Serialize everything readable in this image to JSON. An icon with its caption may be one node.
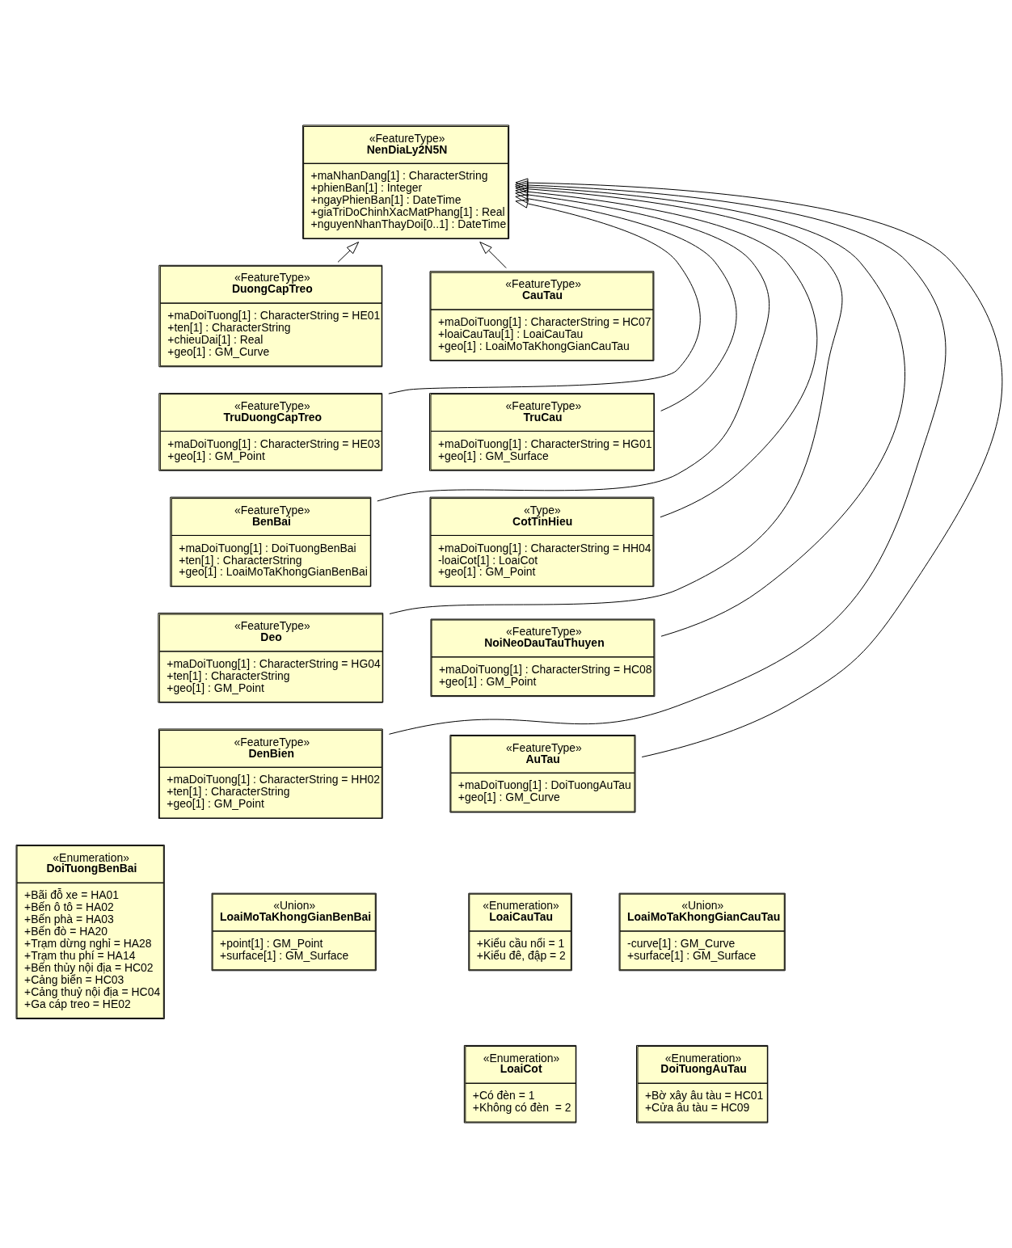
{
  "diagram": {
    "nodes": [
      {
        "text": [
          "«FeatureType»",
          "NenDiaLy2N5N",
          "+maNhanDang[1] : CharacterString",
          "+phienBan[1] : Integer",
          "+ngayPhienBan[1] : DateTime",
          "+giaTriDoChinhXacMatPhang[1] : Real",
          "+nguyenNhanThayDoi[0..1] : DateTime"
        ]
      },
      {
        "text": [
          "«FeatureType»",
          "DuongCapTreo",
          "+maDoiTuong[1] : CharacterString = HE01",
          "+ten[1] : CharacterString",
          "+chieuDai[1] : Real",
          "+geo[1] : GM_Curve"
        ]
      },
      {
        "text": [
          "«FeatureType»",
          "CauTau",
          "+maDoiTuong[1] : CharacterString = HC07",
          "+loaiCauTau[1] : LoaiCauTau",
          "+geo[1] : LoaiMoTaKhongGianCauTau"
        ]
      },
      {
        "text": [
          "«FeatureType»",
          "TruDuongCapTreo",
          "+maDoiTuong[1] : CharacterString = HE03",
          "+geo[1] : GM_Point"
        ]
      },
      {
        "text": [
          "«FeatureType»",
          "TruCau",
          "+maDoiTuong[1] : CharacterString = HG01",
          "+geo[1] : GM_Surface"
        ]
      },
      {
        "text": [
          "«FeatureType»",
          "BenBai",
          "+maDoiTuong[1] : DoiTuongBenBai",
          "+ten[1] : CharacterString",
          "+geo[1] : LoaiMoTaKhongGianBenBai"
        ]
      },
      {
        "text": [
          "«Type»",
          "CotTinHieu",
          "+maDoiTuong[1] : CharacterString = HH04",
          "-loaiCot[1] : LoaiCot",
          "+geo[1] : GM_Point"
        ]
      },
      {
        "text": [
          "«FeatureType»",
          "Deo",
          "+maDoiTuong[1] : CharacterString = HG04",
          "+ten[1] : CharacterString",
          "+geo[1] : GM_Point"
        ]
      },
      {
        "text": [
          "«FeatureType»",
          "NoiNeoDauTauThuyen",
          "+maDoiTuong[1] : CharacterString = HC08",
          "+geo[1] : GM_Point"
        ]
      },
      {
        "text": [
          "«FeatureType»",
          "DenBien",
          "+maDoiTuong[1] : CharacterString = HH02",
          "+ten[1] : CharacterString",
          "+geo[1] : GM_Point"
        ]
      },
      {
        "text": [
          "«FeatureType»",
          "AuTau",
          "+maDoiTuong[1] : DoiTuongAuTau",
          "+geo[1] : GM_Curve"
        ]
      },
      {
        "text": [
          "«Enumeration»",
          "DoiTuongBenBai",
          "+Bãi đỗ xe = HA01",
          "+Bến ô tô = HA02",
          "+Bến phà = HA03",
          "+Bến đò = HA20",
          "+Trạm dừng nghỉ = HA28",
          "+Trạm thu phí = HA14",
          "+Bến thủy nội địa = HC02",
          "+Cảng biển = HC03",
          "+Cảng thuỷ nội địa = HC04",
          "+Ga cáp treo = HE02"
        ]
      },
      {
        "text": [
          "«Union»",
          "LoaiMoTaKhongGianBenBai",
          "+point[1] : GM_Point",
          "+surface[1] : GM_Surface"
        ]
      },
      {
        "text": [
          "«Enumeration»",
          "LoaiCauTau",
          "+Kiểu cầu nổi = 1",
          "+Kiểu đê, đập = 2"
        ]
      },
      {
        "text": [
          "«Union»",
          "LoaiMoTaKhongGianCauTau",
          "-curve[1] : GM_Curve",
          "+surface[1] : GM_Surface"
        ]
      },
      {
        "text": [
          "«Enumeration»",
          "LoaiCot",
          "+Có đèn = 1",
          "+Không có đèn  = 2"
        ]
      },
      {
        "text": [
          "«Enumeration»",
          "DoiTuongAuTau",
          "+Bờ xây âu tàu = HC01",
          "+Cửa âu tàu = HC09"
        ]
      }
    ],
    "edges": [
      {
        "from": 1,
        "to": 0,
        "arrow": "to"
      },
      {
        "from": 2,
        "to": 0,
        "arrow": "to"
      },
      {
        "from": 3,
        "to": 0,
        "arrow": "to"
      },
      {
        "from": 4,
        "to": 0,
        "arrow": "to"
      },
      {
        "from": 5,
        "to": 0,
        "arrow": "to"
      },
      {
        "from": 6,
        "to": 0,
        "arrow": "to"
      },
      {
        "from": 7,
        "to": 0,
        "arrow": "to"
      },
      {
        "from": 8,
        "to": 0,
        "arrow": "to"
      },
      {
        "from": 9,
        "to": 0,
        "arrow": "to"
      },
      {
        "from": 10,
        "to": 0,
        "arrow": "to"
      }
    ]
  }
}
